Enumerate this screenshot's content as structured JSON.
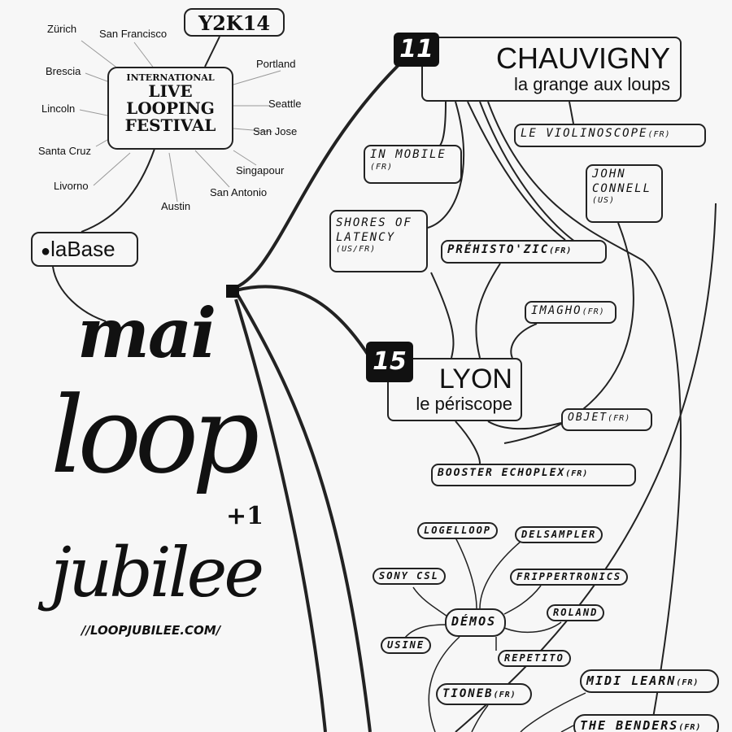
{
  "top": {
    "y2k14": "Y2K14",
    "festival": [
      "INTERNATIONAL",
      "LIVE",
      "LOOPING",
      "FESTIVAL"
    ],
    "cities": [
      "Zürich",
      "San Francisco",
      "Portland",
      "Brescia",
      "Seattle",
      "Lincoln",
      "San Jose",
      "Santa Cruz",
      "Singapour",
      "Livorno",
      "San Antonio",
      "Austin"
    ],
    "labase": "laBase"
  },
  "brand": {
    "mai": "mai",
    "loop": "loop",
    "plus": "+1",
    "jubilee": "jubilee",
    "url": "//LOOPJUBILEE.COM/"
  },
  "chauvigny": {
    "day": "11",
    "city": "CHAUVIGNY",
    "venue": "la grange aux loups"
  },
  "lyon": {
    "day": "15",
    "city": "LYON",
    "venue": "le périscope"
  },
  "artists": {
    "violinoscope": "LE VIOLINOSCOPE",
    "violinoscope_c": "(FR)",
    "inmobile": "IN MOBILE",
    "inmobile_c": "(FR)",
    "john1": "JOHN",
    "john2": "CONNELL",
    "john_c": "(US)",
    "shores1": "SHORES OF",
    "shores2": "LATENCY",
    "shores_c": "(US/FR)",
    "prehisto": "PRÉHISTO'ZIC",
    "prehisto_c": "(FR)",
    "imagho": "IMAGHO",
    "imagho_c": "(FR)",
    "objet": "OBJET",
    "objet_c": "(FR)",
    "booster": "BOOSTER ECHOPLEX",
    "booster_c": "(FR)",
    "tioneb": "TIONEB",
    "tioneb_c": "(FR)",
    "midi": "MIDI LEARN",
    "midi_c": "(FR)",
    "benders": "THE BENDERS",
    "benders_c": "(FR)"
  },
  "demos": {
    "hub": "DÉMOS",
    "items": [
      "LOGELLOOP",
      "DELSAMPLER",
      "SONY CSL",
      "FRIPPERTRONICS",
      "ROLAND",
      "USINE",
      "REPETITO"
    ]
  }
}
